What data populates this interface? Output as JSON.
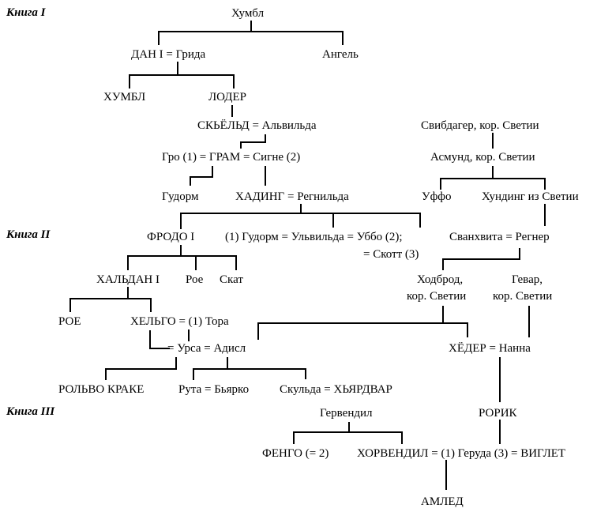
{
  "books": [
    "Книга I",
    "Книга II",
    "Книга III"
  ],
  "nodes": {
    "humbl_top": "Хумбл",
    "dan": "ДАН I = Грида",
    "angel": "Ангель",
    "humbl": "ХУМБЛ",
    "loder": "ЛОДЕР",
    "skjold": "СКЬЁЛЬД = Альвильда",
    "svibdager": "Свибдагер, кор. Светии",
    "gram": "Гро (1) = ГРАМ  = Сигне (2)",
    "asmund": "Асмунд, кор. Светии",
    "gudorm": "Гудорм",
    "hading": "ХАДИНГ = Регнильда",
    "uffo": "Уффо",
    "hunding": "Хундинг из Светии",
    "frodo": "ФРОДО I",
    "ulvilda": "(1) Гудорм = Ульвильда = Уббо (2);",
    "skott": "= Скотт (3)",
    "svanhvita": "Сванхвита = Регнер",
    "haldan": "ХАЛЬДАН I",
    "roe_small": "Рое",
    "skat": "Скат",
    "hodbrod_1": "Ходброд,",
    "hodbrod_2": "кор. Светии",
    "gevar_1": "Гевар,",
    "gevar_2": "кор. Светии",
    "roe": "РОЕ",
    "helgo": "ХЕЛЬГО = (1) Тора",
    "ursa": "=  Урса  =  Адисл",
    "heder": "ХЁДЕР = Нанна",
    "rolvo": "РОЛЬВО КРАКЕ",
    "ruta": "Рута = Бьярко",
    "skulda": "Скульда = ХЬЯРДВАР",
    "gervendil": "Гервендил",
    "rorik": "РОРИК",
    "fengo": "ФЕНГО (= 2)",
    "horvendil": "ХОРВЕНДИЛ = (1) Геруда (3) = ВИГЛЕТ",
    "amled": "АМЛЕД"
  }
}
